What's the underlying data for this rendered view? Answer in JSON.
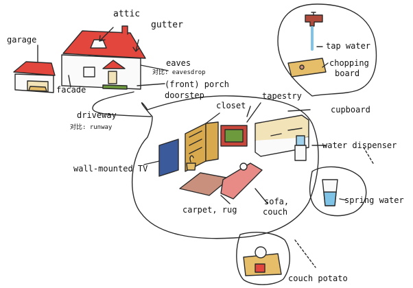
{
  "labels": {
    "attic": "attic",
    "gutter": "gutter",
    "garage": "garage",
    "eaves": "eaves",
    "eavesdrop": "对比: eavesdrop",
    "facade": "facade",
    "porch": "(front) porch",
    "doorstep": "doorstep",
    "driveway": "driveway",
    "runway": "对比: runway",
    "closet": "closet",
    "tapestry": "tapestry",
    "cupboard": "cupboard",
    "tap_water": "tap water",
    "chopping": "chopping",
    "board": "board",
    "water_dispenser": "water dispenser",
    "wall_tv": "wall-mounted TV",
    "carpet_rug": "carpet, rug",
    "sofa": "sofa,",
    "couch": "couch",
    "spring_water": "spring water",
    "couch_potato": "couch potato"
  },
  "colors": {
    "roof": "#e2463d",
    "house": "#fafafa",
    "outline": "#2a2a2a",
    "wood": "#d9a94d",
    "carpet": "#c9917d",
    "tapestry_frame": "#c9473a",
    "tapestry_inner": "#6d9a3d",
    "sofa": "#e88a86",
    "tv": "#3b5a9c",
    "cupboard": "#f3e3b8",
    "tap": "#b04a3a",
    "water": "#7fc4e6",
    "board": "#e6be6a",
    "dispenser": "#9fd1ec"
  }
}
